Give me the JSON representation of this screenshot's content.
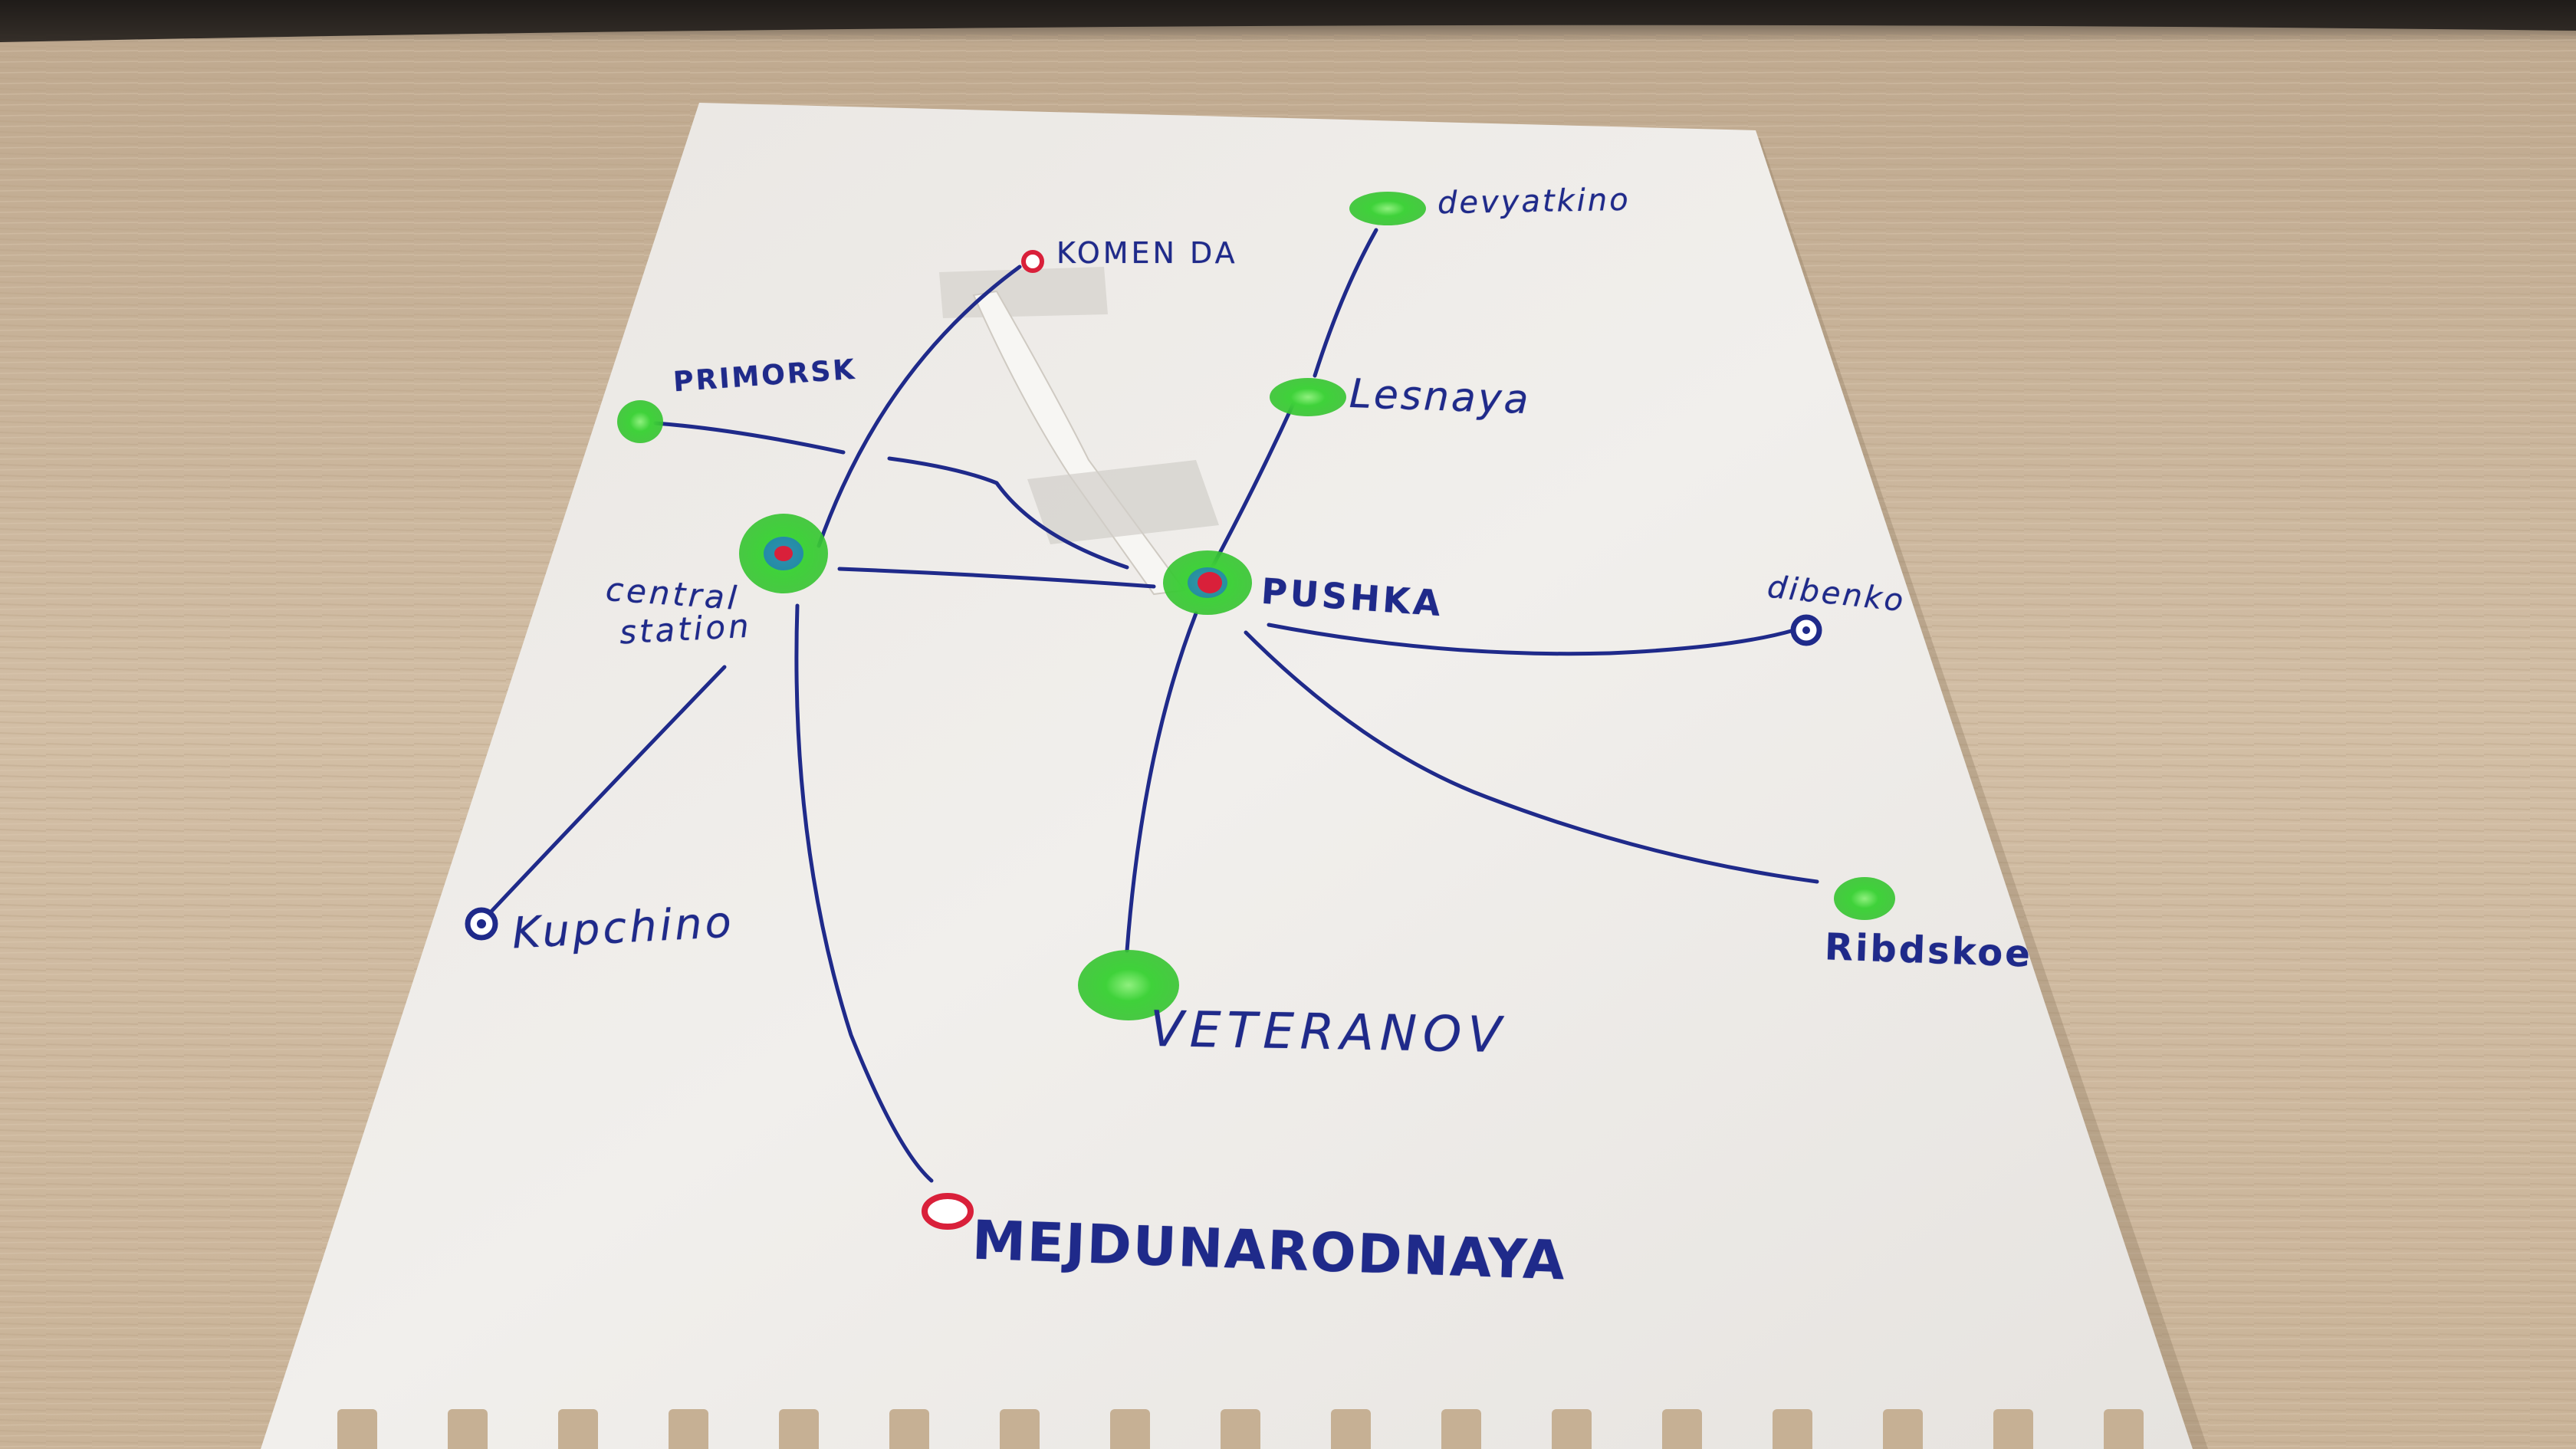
{
  "photo_subject": "hand-drawn-transit-map-on-notepad-sheet",
  "colors": {
    "ink": "#1f2a8a",
    "marker_green": "#3fd23a",
    "marker_red": "#d9203a",
    "paper": "#efedeb",
    "table": "#cdb89e"
  },
  "stations": [
    {
      "id": "komenda",
      "label": "KOMEN DA",
      "marker": "red-ring"
    },
    {
      "id": "devyatkino",
      "label": "devyatkino",
      "marker": "green"
    },
    {
      "id": "primorsk",
      "label": "PRIMORSK",
      "marker": "green"
    },
    {
      "id": "lesnaya",
      "label": "Lesnaya",
      "marker": "green"
    },
    {
      "id": "central-station",
      "label": "central station",
      "label_line1": "central",
      "label_line2": "station",
      "marker": "green-hub"
    },
    {
      "id": "pushka",
      "label": "PUSHKA",
      "marker": "green-hub-red"
    },
    {
      "id": "dibenko",
      "label": "dibenko",
      "marker": "blue"
    },
    {
      "id": "kupchino",
      "label": "Kupchino",
      "marker": "blue"
    },
    {
      "id": "ribdskoe",
      "label": "Ribdskoe",
      "marker": "green"
    },
    {
      "id": "veteranov",
      "label": "VETERANOV",
      "marker": "green"
    },
    {
      "id": "mejdunarodnaya",
      "label": "MEJDUNARODNAYA",
      "marker": "red-ring"
    }
  ]
}
